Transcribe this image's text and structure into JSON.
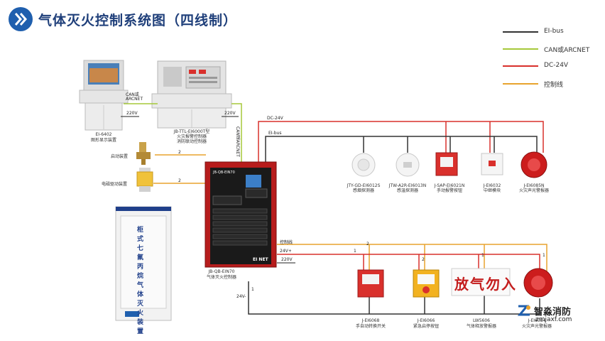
{
  "header": {
    "title": "气体灭火控制系统图（四线制）"
  },
  "legend": {
    "items": [
      {
        "label": "EI-bus",
        "color": "#333333"
      },
      {
        "label": "CAN或ARCNET",
        "color": "#a6c93a"
      },
      {
        "label": "DC-24V",
        "color": "#d9302c"
      },
      {
        "label": "控制线",
        "color": "#e8a32e"
      }
    ]
  },
  "wires": {
    "can_arcnet_a": "CAN或",
    "can_arcnet_b": "ARCNET",
    "can_vertical": "CAN或ARCNET",
    "v220_left": "220V",
    "v220_mid": "220V",
    "v220_ctrl": "220V",
    "dc24v": "DC-24V",
    "eibus": "EI-bus",
    "control_line": "控制线",
    "v24_plus": "24V+",
    "v24_minus": "24V-",
    "num_2a": "2",
    "num_2b": "2",
    "num_2c": "2",
    "num_2d": "2",
    "num_1a": "1",
    "num_1b": "1",
    "num_1c": "1",
    "num_1d": "1"
  },
  "devices": {
    "graphic_display": {
      "model": "EI-6402",
      "name": "图形显示装置"
    },
    "fire_controller": {
      "model": "JB-TTL-EI6000T型",
      "name1": "火灾报警控制器",
      "name2": "消防联动控制器"
    },
    "pressure_device": {
      "name": "启动装置"
    },
    "solenoid_device": {
      "name": "电磁驱动装置"
    },
    "gas_controller": {
      "model": "JB-QB-EIN70",
      "name": "气体灭火控制器",
      "brand": "EI NET",
      "panel_title": "JB-QB-EIN70"
    },
    "smoke_detector": {
      "model": "JTY-GD-EI6012S",
      "name": "感烟探测器"
    },
    "heat_detector": {
      "model": "JTW-A2R-EI6013N",
      "name": "感温探测器"
    },
    "manual_button": {
      "model": "J-SAP-EI6021N",
      "name": "手动报警按钮"
    },
    "relay_module": {
      "model": "J-EI6032",
      "name": "中继模块"
    },
    "sound_light_top": {
      "model": "J-EI6085N",
      "name": "火灾声光警报器"
    },
    "manual_auto_switch": {
      "model": "J-EI6068",
      "name": "手自动转换开关"
    },
    "emergency_stop": {
      "model": "J-EI6066",
      "name": "紧急启停按钮"
    },
    "discharge_sign": {
      "model": "LW5606",
      "name": "气体释放警报器",
      "sign_text": "放气勿入"
    },
    "sound_light_bottom": {
      "model": "J-EI6084",
      "name": "火灾声光警报器"
    },
    "cabinet": {
      "text": "柜式七氟丙烷气体灭火装置"
    }
  },
  "watermark": {
    "name": "智淼消防",
    "url": "zmjaxf.com"
  }
}
